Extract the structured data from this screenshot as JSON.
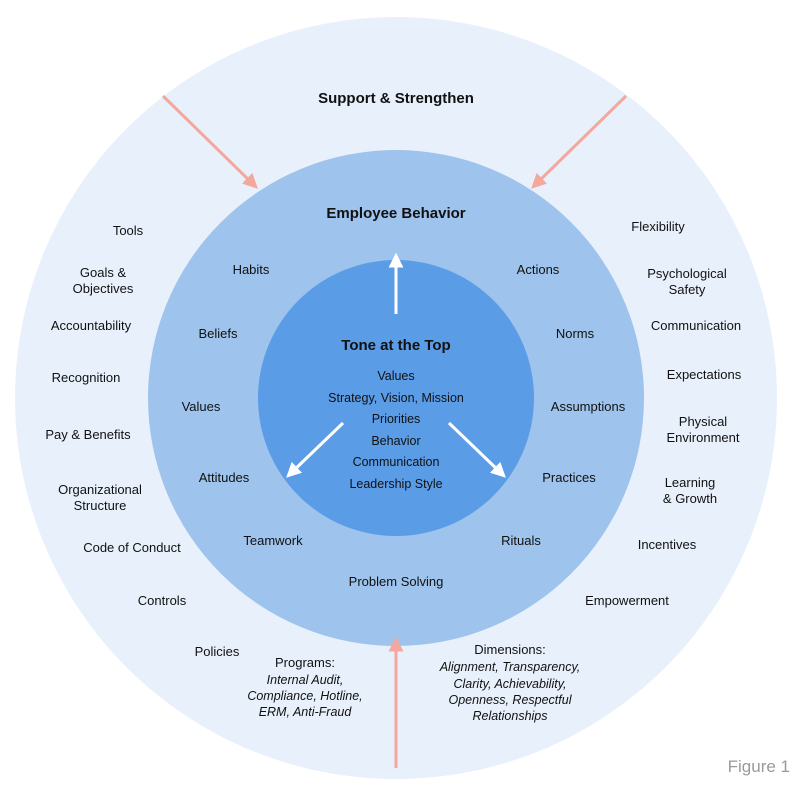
{
  "colors": {
    "outer_ring": "#e8f1fb",
    "middle_ring": "#9ec3ec",
    "inner_circle": "#5b9ce6",
    "arrow_pink": "#f4a79d",
    "arrow_white": "#ffffff",
    "figure_label": "#9a9a9a"
  },
  "outer": {
    "title": "Support & Strengthen",
    "left": [
      "Tools",
      "Goals &|Objectives",
      "Accountability",
      "Recognition",
      "Pay & Benefits",
      "Organizational|Structure",
      "Code of Conduct",
      "Controls",
      "Policies"
    ],
    "right": [
      "Flexibility",
      "Psychological|Safety",
      "Communication",
      "Expectations",
      "Physical|Environment",
      "Learning|& Growth",
      "Incentives",
      "Empowerment"
    ],
    "programs": {
      "label": "Programs:",
      "lines": [
        "Internal Audit,",
        "Compliance, Hotline,",
        "ERM, Anti-Fraud"
      ]
    },
    "dimensions": {
      "label": "Dimensions:",
      "lines": [
        "Alignment, Transparency,",
        "Clarity, Achievability,",
        "Openness, Respectful",
        "Relationships"
      ]
    }
  },
  "middle": {
    "title": "Employee Behavior",
    "left": [
      "Habits",
      "Beliefs",
      "Values",
      "Attitudes",
      "Teamwork"
    ],
    "right": [
      "Actions",
      "Norms",
      "Assumptions",
      "Practices",
      "Rituals"
    ],
    "bottom": "Problem Solving"
  },
  "inner": {
    "title": "Tone at the Top",
    "items": [
      "Values",
      "Strategy, Vision, Mission",
      "Priorities",
      "Behavior",
      "Communication",
      "Leadership Style"
    ]
  },
  "figure_label": "Figure 1"
}
